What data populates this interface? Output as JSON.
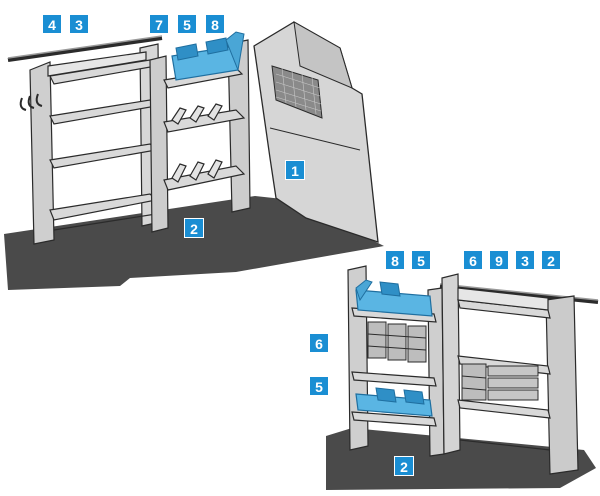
{
  "colors": {
    "floor": "#4a4a4a",
    "panel": "#dadada",
    "panel_dark": "#b9b9b9",
    "outline": "#2b2b2b",
    "bin": "#5ab5e3",
    "bin_dark": "#2f8fc6",
    "callout": "#1a8ed3"
  },
  "top_view": {
    "callouts": [
      {
        "id": "c4",
        "label": "4"
      },
      {
        "id": "c3",
        "label": "3"
      },
      {
        "id": "c7",
        "label": "7"
      },
      {
        "id": "c5",
        "label": "5"
      },
      {
        "id": "c8",
        "label": "8"
      },
      {
        "id": "c1",
        "label": "1"
      },
      {
        "id": "c2",
        "label": "2"
      }
    ]
  },
  "bottom_view": {
    "callouts": [
      {
        "id": "d8",
        "label": "8"
      },
      {
        "id": "d5a",
        "label": "5"
      },
      {
        "id": "d6a",
        "label": "6"
      },
      {
        "id": "d9",
        "label": "9"
      },
      {
        "id": "d3",
        "label": "3"
      },
      {
        "id": "d2a",
        "label": "2"
      },
      {
        "id": "d6b",
        "label": "6"
      },
      {
        "id": "d5b",
        "label": "5"
      },
      {
        "id": "d2b",
        "label": "2"
      }
    ]
  }
}
